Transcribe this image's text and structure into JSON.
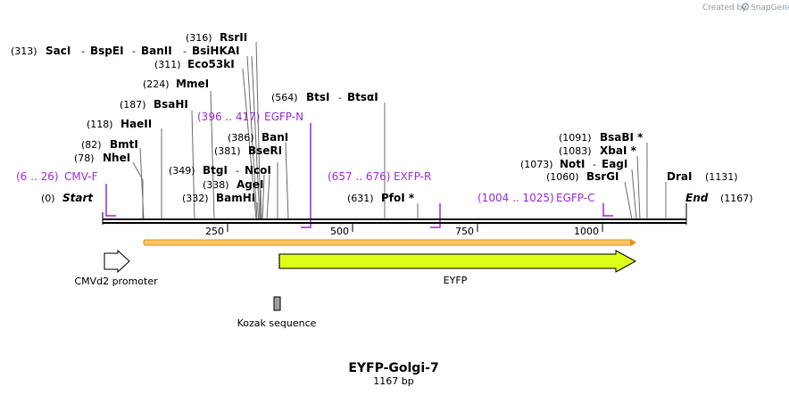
{
  "header": {
    "credit_prefix": "Created by",
    "brand_name": "SnapGene",
    "brand_icon": "snapgene-logo-icon"
  },
  "map": {
    "title": "EYFP-Golgi-7",
    "length_label": "1167 bp",
    "total_bp": 1167,
    "start": {
      "pos_label": "(0)",
      "name": "Start"
    },
    "end": {
      "pos_label": "(1167)",
      "name": "End"
    },
    "ticks": [
      250,
      500,
      750,
      1000
    ],
    "sites": [
      {
        "id": "sacI",
        "pos": 313,
        "pos_label": "(313)",
        "name": "SacI"
      },
      {
        "id": "bspEI",
        "pos": 316,
        "pos_label": "",
        "name": "BspEI"
      },
      {
        "id": "banII",
        "pos": 320,
        "pos_label": "",
        "name": "BanII"
      },
      {
        "id": "bsiHKAI",
        "pos": 322,
        "pos_label": "",
        "name": "BsiHKAI"
      },
      {
        "id": "rsrII",
        "pos": 316,
        "pos_label": "(316)",
        "name": "RsrII"
      },
      {
        "id": "eco53kI",
        "pos": 311,
        "pos_label": "(311)",
        "name": "Eco53kI"
      },
      {
        "id": "mmeI",
        "pos": 224,
        "pos_label": "(224)",
        "name": "MmeI"
      },
      {
        "id": "bsaHI",
        "pos": 187,
        "pos_label": "(187)",
        "name": "BsaHI"
      },
      {
        "id": "haeII",
        "pos": 118,
        "pos_label": "(118)",
        "name": "HaeII"
      },
      {
        "id": "bmtI",
        "pos": 82,
        "pos_label": "(82)",
        "name": "BmtI"
      },
      {
        "id": "nheI",
        "pos": 78,
        "pos_label": "(78)",
        "name": "NheI"
      },
      {
        "id": "btsI",
        "pos": 564,
        "pos_label": "(564)",
        "name": "BtsI"
      },
      {
        "id": "btsaI",
        "pos": 564,
        "pos_label": "",
        "name": "BtsαI"
      },
      {
        "id": "banI",
        "pos": 386,
        "pos_label": "(386)",
        "name": "BanI"
      },
      {
        "id": "bseRI",
        "pos": 381,
        "pos_label": "(381)",
        "name": "BseRI"
      },
      {
        "id": "btgI",
        "pos": 349,
        "pos_label": "(349)",
        "name": "BtgI"
      },
      {
        "id": "ncoI",
        "pos": 349,
        "pos_label": "",
        "name": "NcoI"
      },
      {
        "id": "ageI",
        "pos": 338,
        "pos_label": "(338)",
        "name": "AgeI"
      },
      {
        "id": "bamHI",
        "pos": 332,
        "pos_label": "(332)",
        "name": "BamHI"
      },
      {
        "id": "pfoI",
        "pos": 631,
        "pos_label": "(631)",
        "name": "PfoI *"
      },
      {
        "id": "bsaBI",
        "pos": 1091,
        "pos_label": "(1091)",
        "name": "BsaBI *"
      },
      {
        "id": "xbaI",
        "pos": 1083,
        "pos_label": "(1083)",
        "name": "XbaI *"
      },
      {
        "id": "notI",
        "pos": 1073,
        "pos_label": "(1073)",
        "name": "NotI"
      },
      {
        "id": "eagI",
        "pos": 1073,
        "pos_label": "",
        "name": "EagI"
      },
      {
        "id": "bsrGI",
        "pos": 1060,
        "pos_label": "(1060)",
        "name": "BsrGI"
      },
      {
        "id": "draI",
        "pos": 1131,
        "pos_label": "(1131)",
        "name": "DraI"
      }
    ],
    "primers": [
      {
        "id": "cmvF",
        "range_label": "(6 .. 26)",
        "name": "CMV-F",
        "start": 6,
        "end": 26,
        "strand": "forward"
      },
      {
        "id": "egfpN",
        "range_label": "(396 .. 417)",
        "name": "EGFP-N",
        "start": 396,
        "end": 417,
        "strand": "reverse"
      },
      {
        "id": "exfpR",
        "range_label": "(657 .. 676)",
        "name": "EXFP-R",
        "start": 657,
        "end": 676,
        "strand": "reverse"
      },
      {
        "id": "egfpC",
        "range_label": "(1004 .. 1025)",
        "name": "EGFP-C",
        "start": 1004,
        "end": 1025,
        "strand": "forward"
      }
    ],
    "features": [
      {
        "id": "cmvd2",
        "name": "CMVd2 promoter",
        "type": "promoter",
        "color": "#ffffff"
      },
      {
        "id": "eyfp",
        "name": "EYFP",
        "type": "cds",
        "color": "#ddff1a"
      },
      {
        "id": "kozak",
        "name": "Kozak sequence",
        "type": "misc",
        "color": "#9aa0a6"
      }
    ],
    "colors": {
      "primer": "#9b30d9",
      "orf": "#f5a623",
      "backbone": "#000000"
    }
  }
}
